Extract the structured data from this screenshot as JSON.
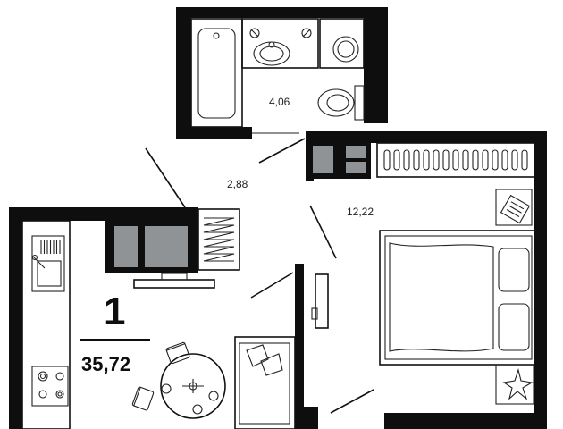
{
  "plan": {
    "rooms_count": "1",
    "total_area": "35,72",
    "areas": {
      "bathroom": "4,06",
      "hallway": "2,88",
      "bedroom": "12,22"
    }
  }
}
